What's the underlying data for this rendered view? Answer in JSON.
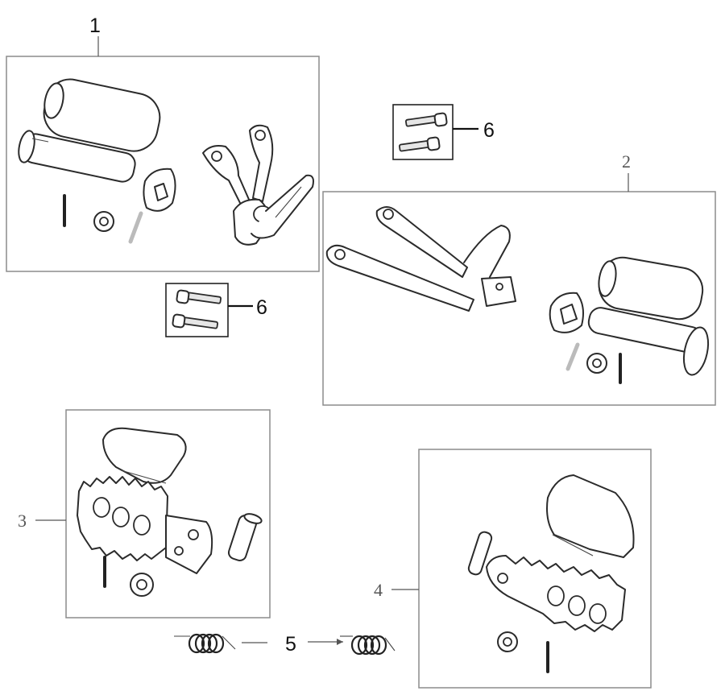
{
  "diagram": {
    "callouts": [
      {
        "id": "1",
        "text": "1"
      },
      {
        "id": "2",
        "text": "2"
      },
      {
        "id": "3",
        "text": "3"
      },
      {
        "id": "4",
        "text": "4"
      },
      {
        "id": "5",
        "text": "5"
      },
      {
        "id": "6a",
        "text": "6"
      },
      {
        "id": "6b",
        "text": "6"
      }
    ],
    "assemblies": [
      {
        "callout": "1",
        "parts": [
          "grip-rubber-icon",
          "pivot-pin-icon",
          "cotter-pin-icon",
          "washer-icon",
          "bushing-icon",
          "footrest-bracket-icon"
        ]
      },
      {
        "callout": "2",
        "parts": [
          "footrest-bracket-icon",
          "bushing-icon",
          "grip-rubber-icon",
          "pivot-pin-icon",
          "washer-icon",
          "cotter-pin-icon"
        ]
      },
      {
        "callout": "3",
        "parts": [
          "rubber-pad-icon",
          "footpeg-icon",
          "pivot-pin-icon",
          "cotter-pin-icon",
          "washer-icon"
        ]
      },
      {
        "callout": "4",
        "parts": [
          "rubber-pad-icon",
          "footpeg-icon",
          "pivot-pin-icon",
          "cotter-pin-icon",
          "washer-icon"
        ]
      },
      {
        "callout": "5",
        "parts": [
          "torsion-spring-icon",
          "torsion-spring-icon"
        ]
      },
      {
        "callout": "6",
        "parts": [
          "bolt-icon",
          "bolt-icon"
        ]
      }
    ]
  }
}
